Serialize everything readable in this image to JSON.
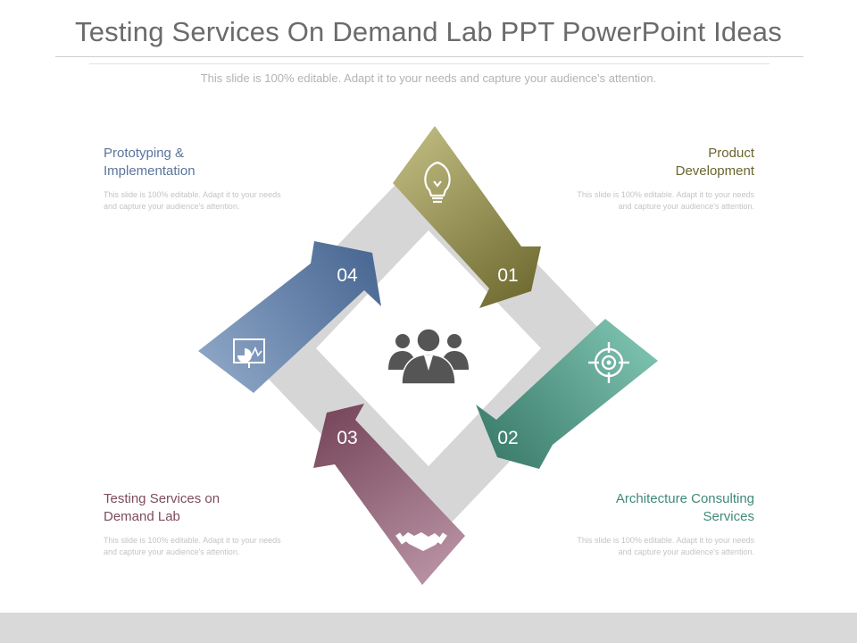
{
  "title": "Testing Services On Demand Lab PPT PowerPoint Ideas",
  "subtitle": "This slide is 100% editable. Adapt it to your needs and capture your audience's attention.",
  "steps": [
    {
      "number": "01",
      "heading": "Product Development",
      "body": "This slide is 100% editable. Adapt it to your needs and capture your audience's attention.",
      "icon": "lightbulb-icon",
      "color": "#7f7a3c"
    },
    {
      "number": "02",
      "heading": "Architecture Consulting Services",
      "body": "This slide is 100% editable. Adapt it to your needs and capture your audience's attention.",
      "icon": "target-icon",
      "color": "#4f9a87"
    },
    {
      "number": "03",
      "heading": "Testing Services on Demand Lab",
      "body": "This slide is 100% editable. Adapt it to your needs and capture your audience's attention.",
      "icon": "handshake-icon",
      "color": "#8d5a6e"
    },
    {
      "number": "04",
      "heading": "Prototyping & Implementation",
      "body": "This slide is 100% editable. Adapt it to your needs and capture your audience's attention.",
      "icon": "presentation-chart-icon",
      "color": "#5c7aa3"
    }
  ],
  "center_icon": "team-icon"
}
